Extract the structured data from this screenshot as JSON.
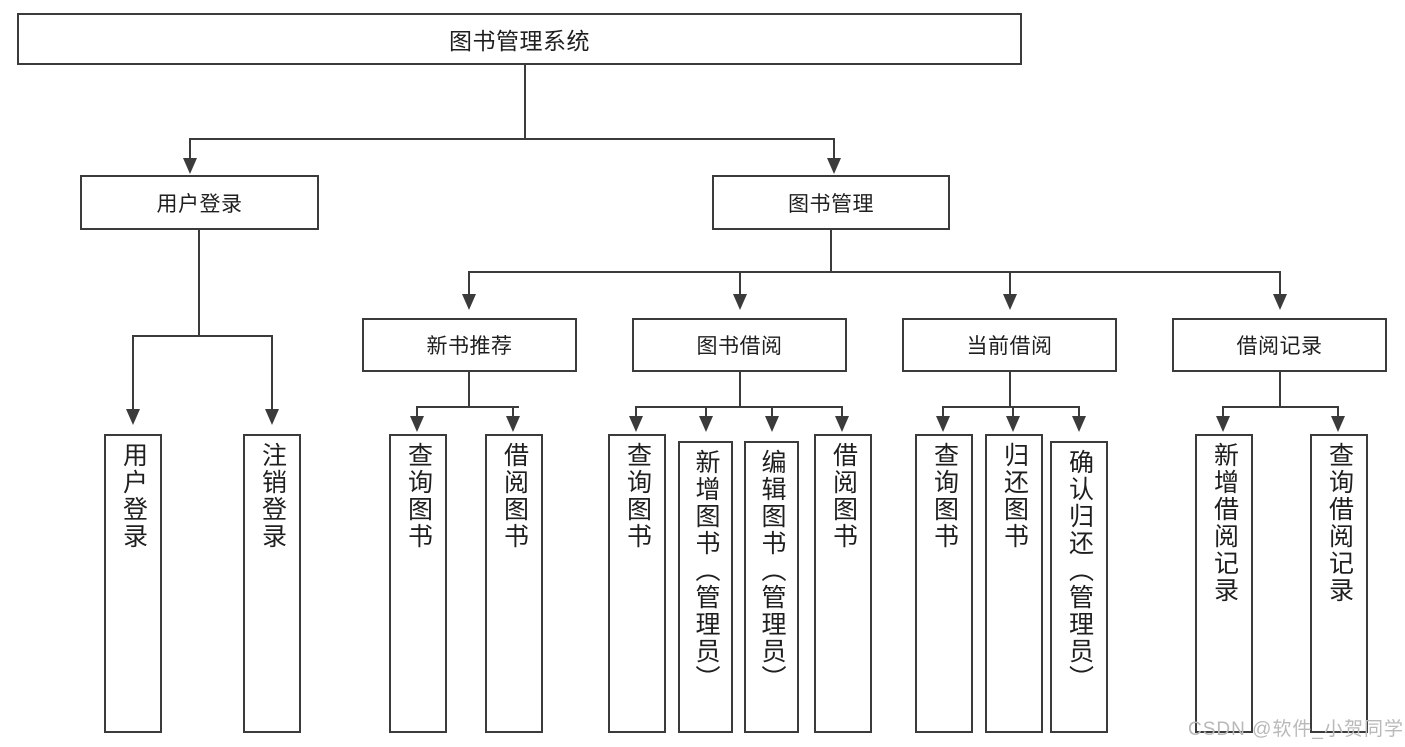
{
  "diagram": {
    "title": "图书管理系统",
    "type": "hierarchy-tree",
    "root": {
      "label": "图书管理系统"
    },
    "level1": [
      {
        "label": "用户登录"
      },
      {
        "label": "图书管理"
      }
    ],
    "level2": [
      {
        "label": "新书推荐"
      },
      {
        "label": "图书借阅"
      },
      {
        "label": "当前借阅"
      },
      {
        "label": "借阅记录"
      }
    ],
    "leaves": {
      "user_login": [
        {
          "label": "用户登录"
        },
        {
          "label": "注销登录"
        }
      ],
      "new_book": [
        {
          "label": "查询图书"
        },
        {
          "label": "借阅图书"
        }
      ],
      "book_borrow": [
        {
          "label": "查询图书"
        },
        {
          "label": "新增图书（管理员）"
        },
        {
          "label": "编辑图书（管理员）"
        },
        {
          "label": "借阅图书"
        }
      ],
      "current_borrow": [
        {
          "label": "查询图书"
        },
        {
          "label": "归还图书"
        },
        {
          "label": "确认归还（管理员）"
        }
      ],
      "borrow_record": [
        {
          "label": "新增借阅记录"
        },
        {
          "label": "查询借阅记录"
        }
      ]
    }
  },
  "watermark": {
    "text": "CSDN @软件_小贺同学"
  },
  "colors": {
    "stroke": "#3b3b3b",
    "text": "#1f1f1f",
    "background": "#ffffff",
    "watermark": "#b9b9b9"
  }
}
